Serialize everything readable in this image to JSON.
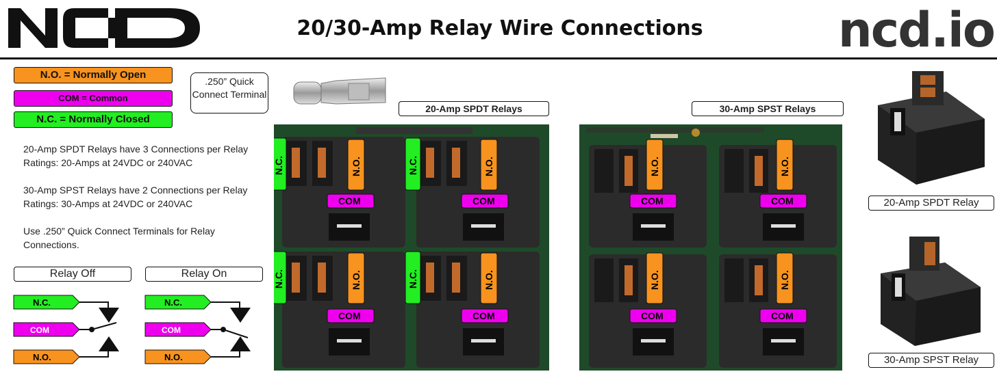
{
  "header": {
    "logo_text": "NCD",
    "title": "20/30-Amp Relay Wire Connections",
    "brand_right": "ncd.io"
  },
  "legend": {
    "no": "N.O. = Normally Open",
    "com": "COM = Common",
    "nc": "N.C. = Normally Closed"
  },
  "quick_connect": {
    "label": ".250” Quick Connect Terminal"
  },
  "info": {
    "spdt_line1": "20-Amp SPDT Relays have 3 Connections per Relay",
    "spdt_line2": "Ratings: 20-Amps at 24VDC or 240VAC",
    "spst_line1": "30-Amp SPST Relays have 2 Connections per Relay",
    "spst_line2": "Ratings: 30-Amps at 24VDC or 240VAC",
    "terminals": "Use .250” Quick Connect Terminals for Relay Connections."
  },
  "states": {
    "off": "Relay Off",
    "on": "Relay On"
  },
  "terminal_tags": {
    "nc": "N.C.",
    "com": "COM",
    "no": "N.O."
  },
  "sections": {
    "spdt": "20-Amp SPDT Relays",
    "spst": "30-Amp SPST Relays"
  },
  "captions": {
    "spdt_single": "20-Amp SPDT Relay",
    "spst_single": "30-Amp SPST Relay"
  },
  "colors": {
    "no": "#f7931e",
    "com": "#ee00ee",
    "nc": "#22ee22",
    "pcb": "#1f4a2a",
    "relay_body": "#2b2b2b"
  }
}
